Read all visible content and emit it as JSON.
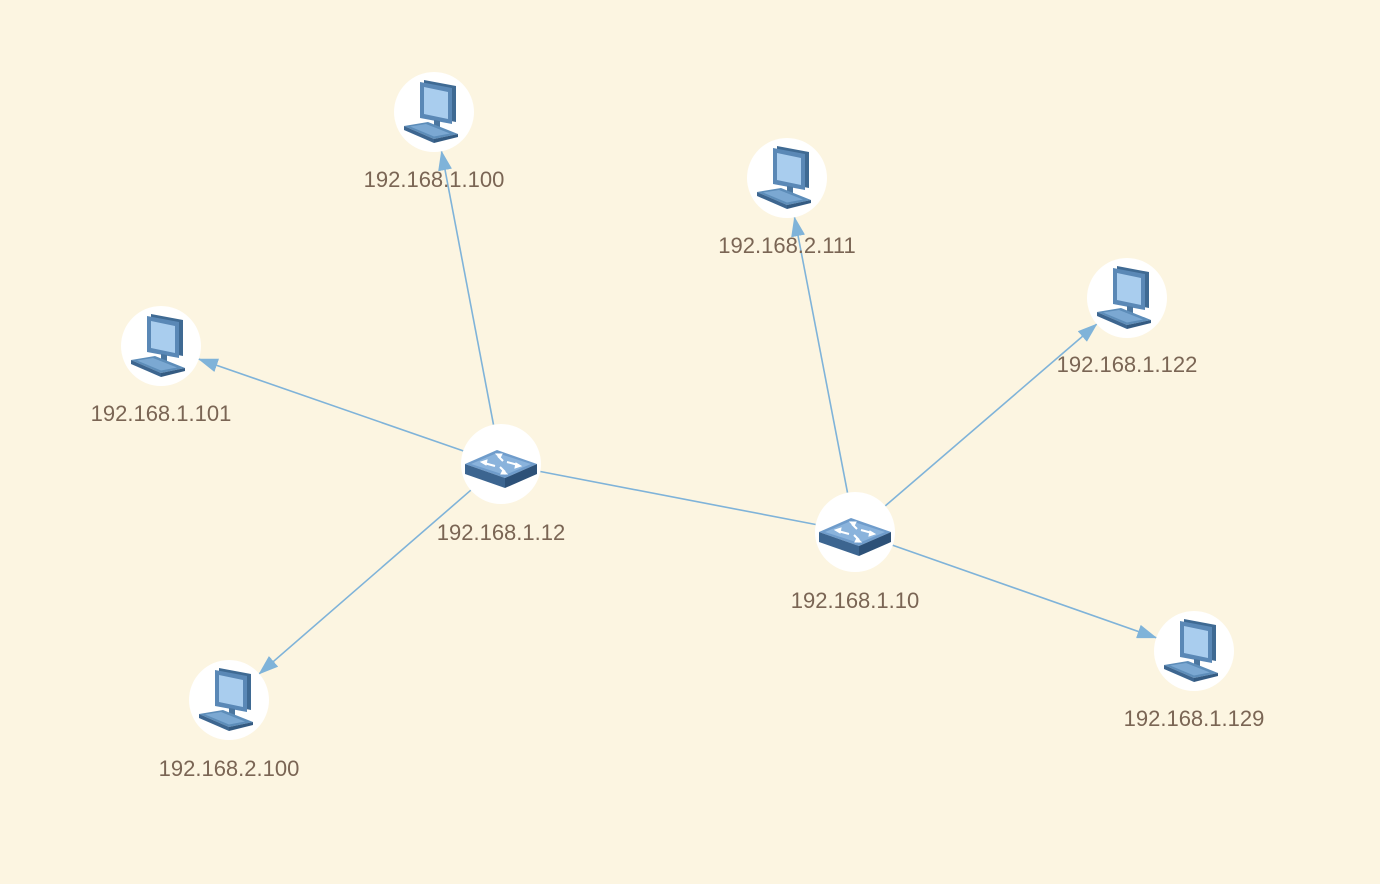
{
  "diagram": {
    "nodes": [
      {
        "id": "sw12",
        "type": "switch",
        "label": "192.168.1.12"
      },
      {
        "id": "sw10",
        "type": "switch",
        "label": "192.168.1.10"
      },
      {
        "id": "pc100",
        "type": "computer",
        "label": "192.168.1.100"
      },
      {
        "id": "pc101",
        "type": "computer",
        "label": "192.168.1.101"
      },
      {
        "id": "pc2100",
        "type": "computer",
        "label": "192.168.2.100"
      },
      {
        "id": "pc2111",
        "type": "computer",
        "label": "192.168.2.111"
      },
      {
        "id": "pc122",
        "type": "computer",
        "label": "192.168.1.122"
      },
      {
        "id": "pc129",
        "type": "computer",
        "label": "192.168.1.129"
      }
    ],
    "edges": [
      {
        "from": "sw12",
        "to": "pc100",
        "arrow": true
      },
      {
        "from": "sw12",
        "to": "pc101",
        "arrow": true
      },
      {
        "from": "sw12",
        "to": "pc2100",
        "arrow": true
      },
      {
        "from": "sw12",
        "to": "sw10",
        "arrow": false
      },
      {
        "from": "sw10",
        "to": "pc2111",
        "arrow": true
      },
      {
        "from": "sw10",
        "to": "pc122",
        "arrow": true
      },
      {
        "from": "sw10",
        "to": "pc129",
        "arrow": true
      }
    ]
  }
}
